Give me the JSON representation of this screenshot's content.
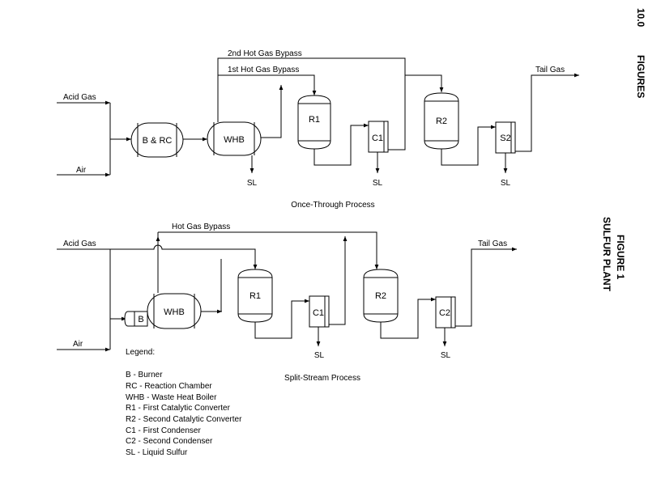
{
  "header": {
    "section": "10.0",
    "title": "FIGURES"
  },
  "figure": {
    "number": "FIGURE 1",
    "name": "SULFUR PLANT"
  },
  "once_through": {
    "caption": "Once-Through Process",
    "acid_gas": "Acid Gas",
    "air": "Air",
    "brc": "B & RC",
    "whb": "WHB",
    "r1": "R1",
    "c1": "C1",
    "r2": "R2",
    "s2": "S2",
    "bypass1": "1st Hot Gas Bypass",
    "bypass2": "2nd Hot Gas Bypass",
    "tail_gas": "Tail Gas",
    "sl": "SL"
  },
  "split_stream": {
    "caption": "Split-Stream Process",
    "acid_gas": "Acid Gas",
    "air": "Air",
    "burner": "B",
    "whb": "WHB",
    "r1": "R1",
    "c1": "C1",
    "r2": "R2",
    "c2": "C2",
    "bypass": "Hot Gas Bypass",
    "tail_gas": "Tail Gas",
    "sl": "SL"
  },
  "legend": {
    "title": "Legend:",
    "items": [
      "B - Burner",
      "RC - Reaction Chamber",
      "WHB - Waste Heat Boiler",
      "R1 - First Catalytic  Converter",
      "R2 - Second Catalytic Converter",
      "C1 - First Condenser",
      "C2 - Second Condenser",
      "SL - Liquid Sulfur"
    ]
  }
}
